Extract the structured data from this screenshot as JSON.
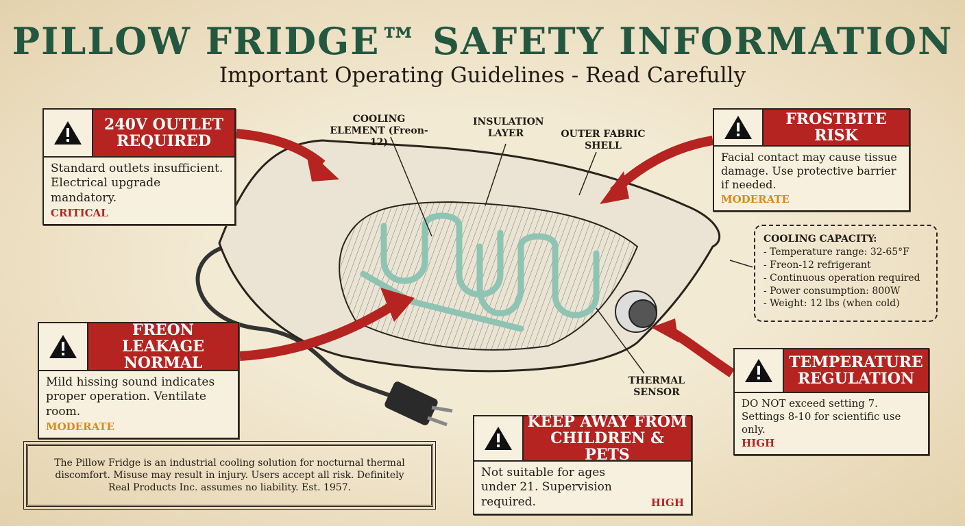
{
  "header": {
    "title": "PILLOW FRIDGE™ SAFETY INFORMATION",
    "subtitle": "Important Operating Guidelines - Read Carefully"
  },
  "warnings": [
    {
      "label": "240V OUTLET REQUIRED",
      "text": "Standard outlets insufficient. Electrical upgrade mandatory.",
      "severity": "CRITICAL"
    },
    {
      "label": "FROSTBITE RISK",
      "text": "Facial contact may cause tissue damage. Use protective barrier if needed.",
      "severity": "MODERATE"
    },
    {
      "label": "FREON LEAKAGE NORMAL",
      "text": "Mild hissing sound indicates proper operation. Ventilate room.",
      "severity": "MODERATE"
    },
    {
      "label": "TEMPERATURE REGULATION",
      "text": "DO NOT exceed setting 7. Settings 8-10 for scientific use only.",
      "severity": "HIGH"
    },
    {
      "label": "KEEP AWAY FROM CHILDREN & PETS",
      "text": "Not suitable for ages under 21. Supervision required.",
      "severity": "HIGH"
    }
  ],
  "callouts": {
    "cooling": "COOLING ELEMENT (Freon-12)",
    "insulation": "INSULATION LAYER",
    "fabric": "OUTER FABRIC SHELL",
    "sensor": "THERMAL SENSOR"
  },
  "specs": {
    "title": "COOLING CAPACITY:",
    "items": [
      "- Temperature range: 32-65°F",
      "- Freon-12 refrigerant",
      "- Continuous operation required",
      "- Power consumption: 800W",
      "- Weight: 12 lbs (when cold)"
    ]
  },
  "disclaimer": "The Pillow Fridge is an industrial cooling solution for nocturnal thermal discomfort. Misuse may result in injury. Users accept all risk. Definitely Real Products Inc. assumes no liability. Est. 1957.",
  "colors": {
    "title": "#24573f",
    "warning": "#b52420",
    "moderate": "#d88a1a",
    "coil": "#8fc4b4"
  }
}
